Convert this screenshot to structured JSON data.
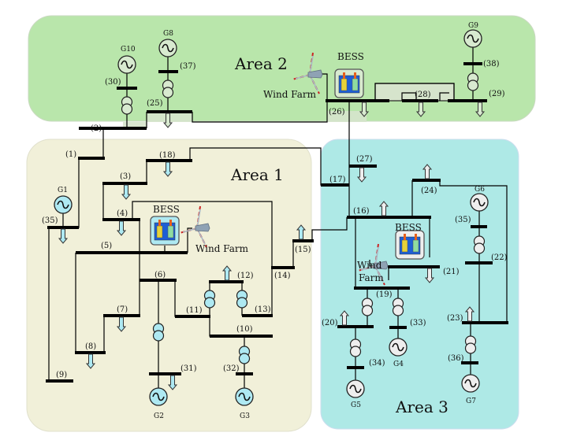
{
  "diagram": {
    "title": "IEEE 39-bus system with three areas, wind farms and BESS",
    "areas": [
      {
        "id": "area2",
        "label": "Area 2",
        "color": "#b9e6ab"
      },
      {
        "id": "area1",
        "label": "Area 1",
        "color": "#f1f0d9"
      },
      {
        "id": "area3",
        "label": "Area 3",
        "color": "#aee9e6"
      }
    ],
    "labels": {
      "bess": "BESS",
      "wind_farm": "Wind Farm",
      "wind": "Wind",
      "farm": "Farm"
    },
    "buses": {
      "b1": "(1)",
      "b2": "(2)",
      "b3": "(3)",
      "b4": "(4)",
      "b5": "(5)",
      "b6": "(6)",
      "b7": "(7)",
      "b8": "(8)",
      "b9": "(9)",
      "b10": "(10)",
      "b11": "(11)",
      "b12": "(12)",
      "b13": "(13)",
      "b14": "(14)",
      "b15": "(15)",
      "b16": "(16)",
      "b17": "(17)",
      "b18": "(18)",
      "b19": "(19)",
      "b20": "(20)",
      "b21": "(21)",
      "b22": "(22)",
      "b23": "(23)",
      "b24": "(24)",
      "b25": "(25)",
      "b26": "(26)",
      "b27": "(27)",
      "b28": "(28)",
      "b29": "(29)",
      "b30": "(30)",
      "b31": "(31)",
      "b32": "(32)",
      "b33": "(33)",
      "b34": "(34)",
      "b35a": "(35)",
      "b35b": "(35)",
      "b36": "(36)",
      "b37": "(37)",
      "b38": "(38)"
    },
    "generators": {
      "g1": "G1",
      "g2": "G2",
      "g3": "G3",
      "g4": "G4",
      "g5": "G5",
      "g6": "G6",
      "g7": "G7",
      "g8": "G8",
      "g9": "G9",
      "g10": "G10"
    },
    "colors": {
      "area1_equipment": "#aee9f2",
      "area3_equipment": "#eeeeee",
      "area2_equipment": "#d8ead0"
    }
  }
}
